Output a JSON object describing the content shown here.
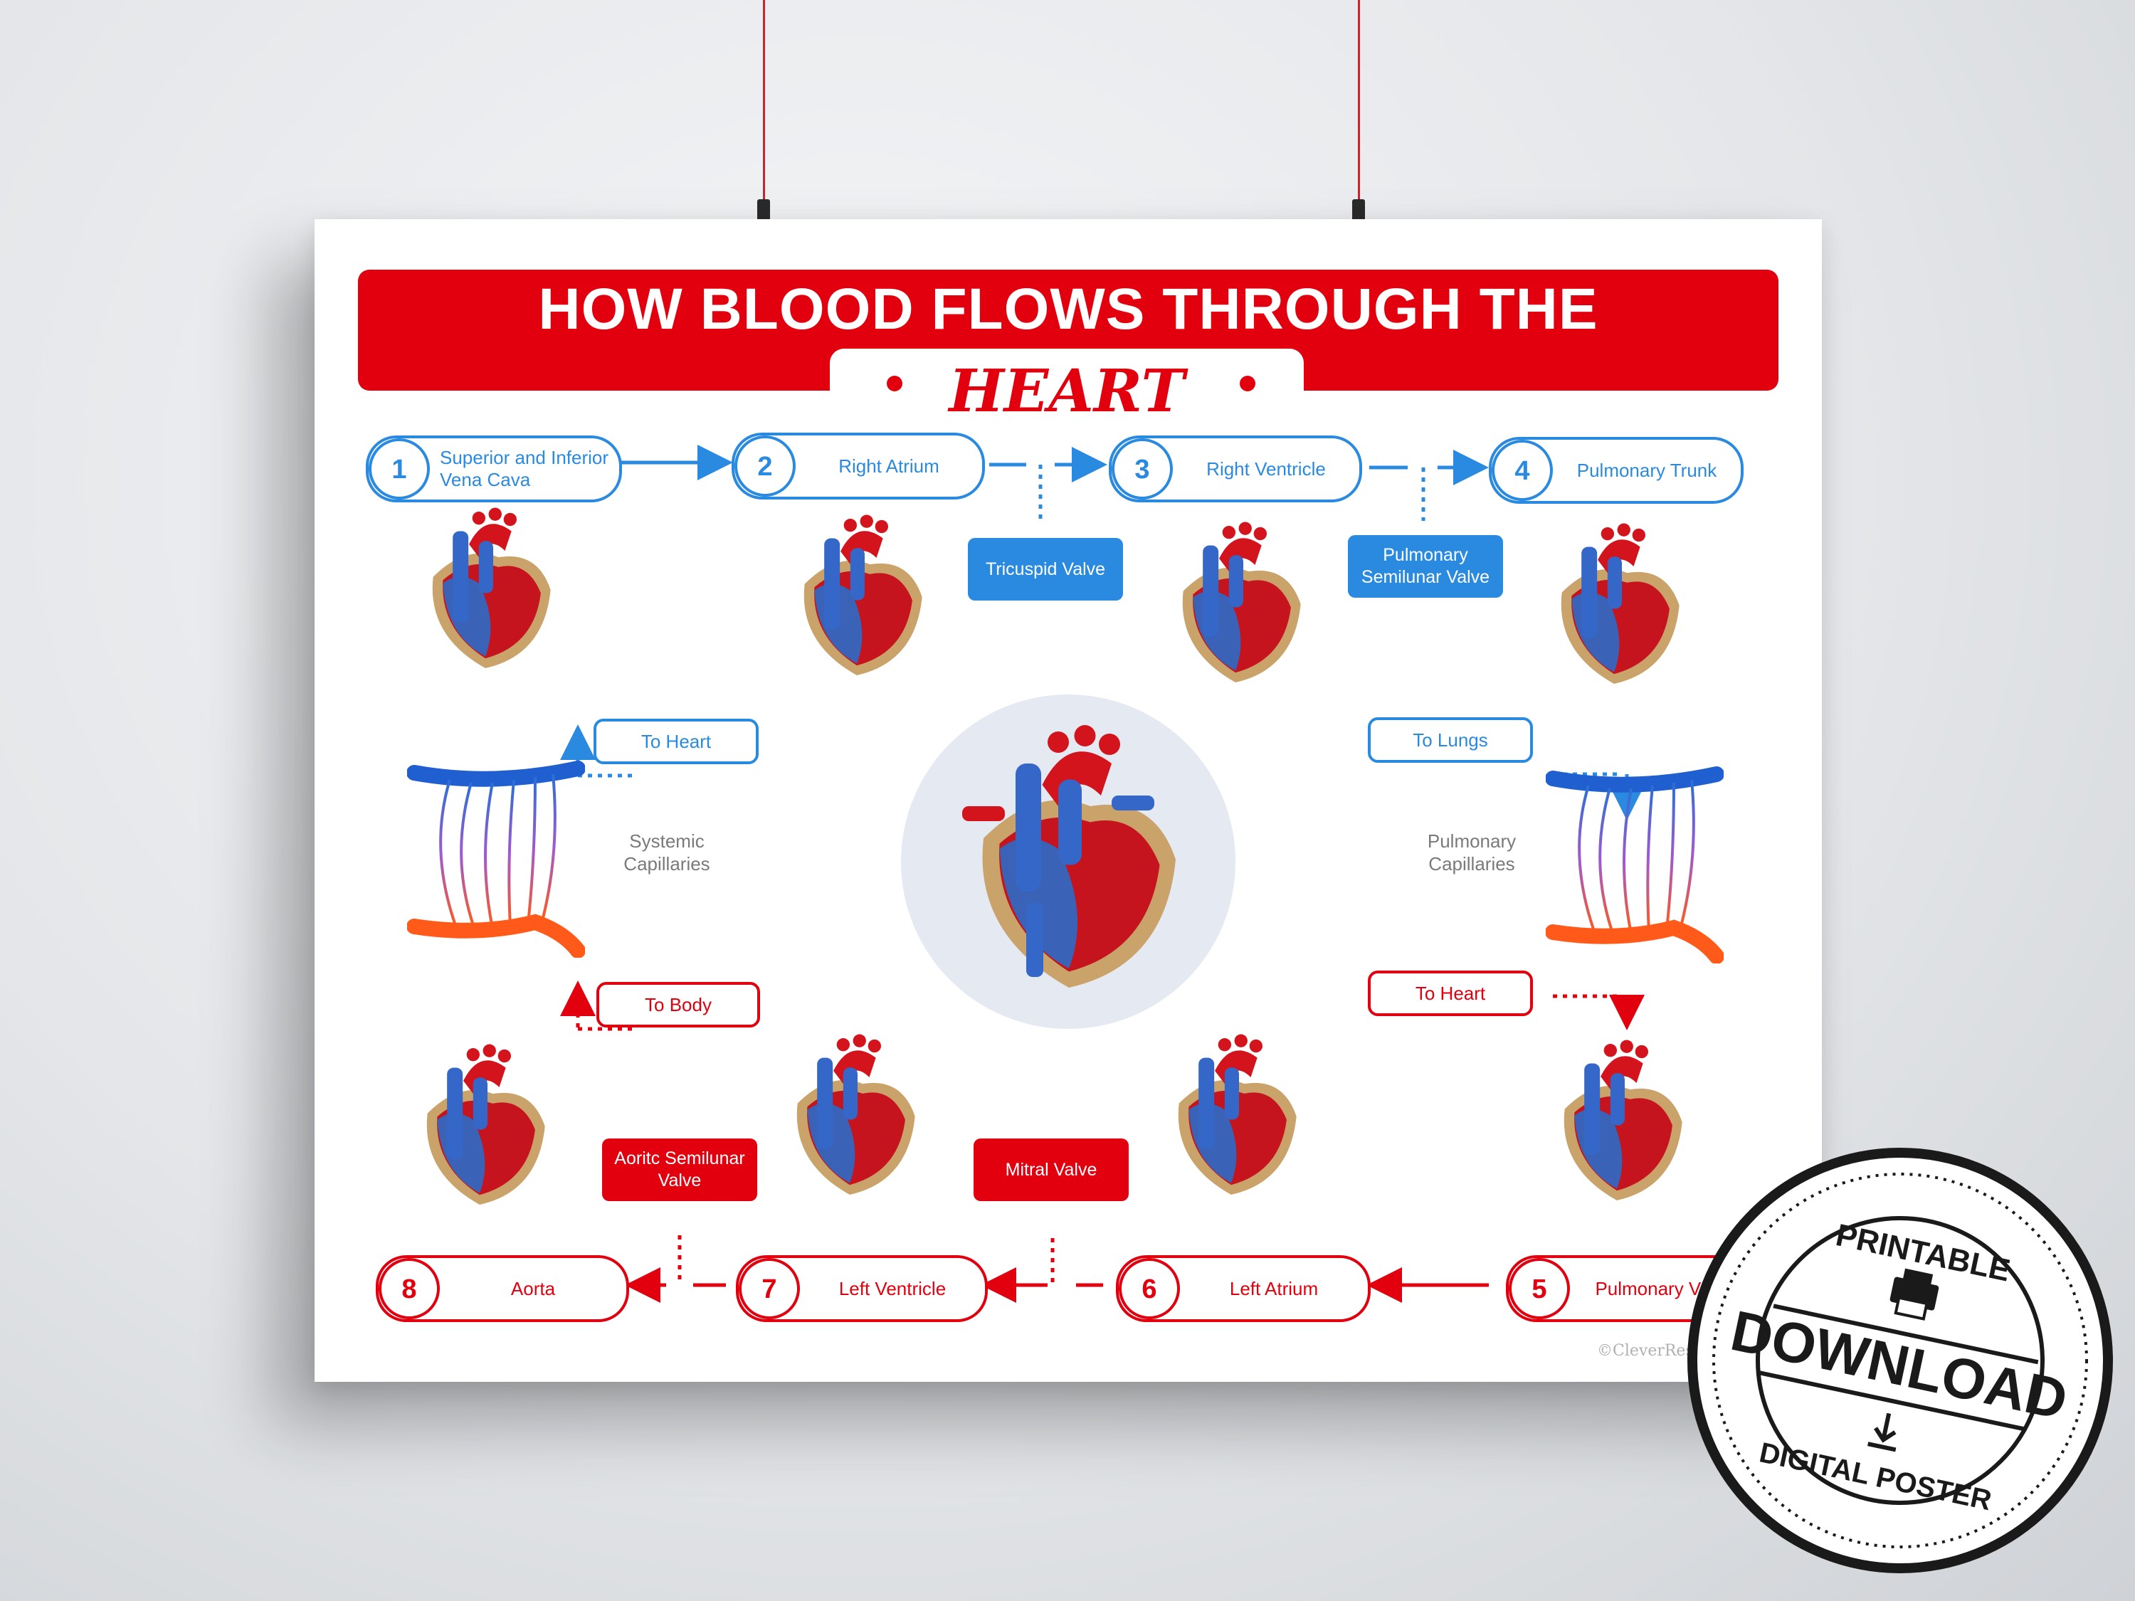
{
  "poster": {
    "title_line1": "HOW BLOOD FLOWS THROUGH THE",
    "title_line2": "HEART",
    "colors": {
      "red": "#e2000f",
      "blue": "#2a8ae0"
    },
    "steps": [
      {
        "num": "1",
        "label": "Superior and Inferior Vena Cava"
      },
      {
        "num": "2",
        "label": "Right Atrium"
      },
      {
        "num": "3",
        "label": "Right Ventricle"
      },
      {
        "num": "4",
        "label": "Pulmonary Trunk"
      },
      {
        "num": "5",
        "label": "Pulmonary Veins"
      },
      {
        "num": "6",
        "label": "Left Atrium"
      },
      {
        "num": "7",
        "label": "Left Ventricle"
      },
      {
        "num": "8",
        "label": "Aorta"
      }
    ],
    "valves": {
      "tricuspid": "Tricuspid Valve",
      "pulmonary": "Pulmonary Semilunar Valve",
      "mitral": "Mitral Valve",
      "aortic": "Aoritc Semilunar Valve"
    },
    "flow_labels": {
      "to_heart_left": "To Heart",
      "to_lungs": "To Lungs",
      "to_body": "To Body",
      "to_heart_right": "To Heart"
    },
    "capillaries": {
      "systemic": "Systemic Capillaries",
      "pulmonary": "Pulmonary Capillaries"
    },
    "watermark": "©CleverResources"
  },
  "badge": {
    "top_text": "PRINTABLE",
    "main_text": "DOWNLOAD",
    "bottom_text": "DIGITAL POSTER",
    "icons": [
      "printer-icon",
      "download-arrow-icon"
    ]
  }
}
